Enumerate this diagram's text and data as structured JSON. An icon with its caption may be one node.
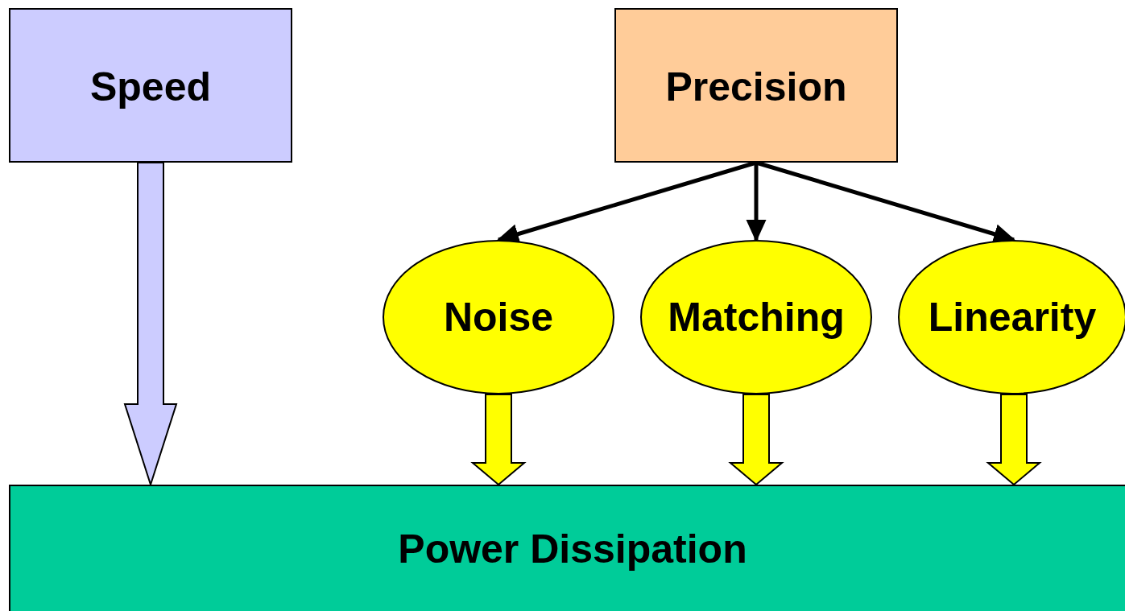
{
  "diagram": {
    "nodes": [
      {
        "text": [
          "Speed"
        ]
      },
      {
        "text": [
          "Precision"
        ]
      },
      {
        "text": [
          "Noise"
        ]
      },
      {
        "text": [
          "Matching"
        ]
      },
      {
        "text": [
          "Linearity"
        ]
      },
      {
        "text": [
          "Power Dissipation"
        ]
      }
    ],
    "edges": [
      {
        "from": 0,
        "to": 5,
        "arrow": "to",
        "style": "thick",
        "color": "#ccccff"
      },
      {
        "from": 1,
        "to": 2,
        "arrow": "to"
      },
      {
        "from": 1,
        "to": 3,
        "arrow": "to"
      },
      {
        "from": 1,
        "to": 4,
        "arrow": "to"
      },
      {
        "from": 2,
        "to": 5,
        "arrow": "to",
        "style": "thick",
        "color": "#ffff00"
      },
      {
        "from": 3,
        "to": 5,
        "arrow": "to",
        "style": "thick",
        "color": "#ffff00"
      },
      {
        "from": 4,
        "to": 5,
        "arrow": "to",
        "style": "thick",
        "color": "#ffff00"
      }
    ]
  }
}
